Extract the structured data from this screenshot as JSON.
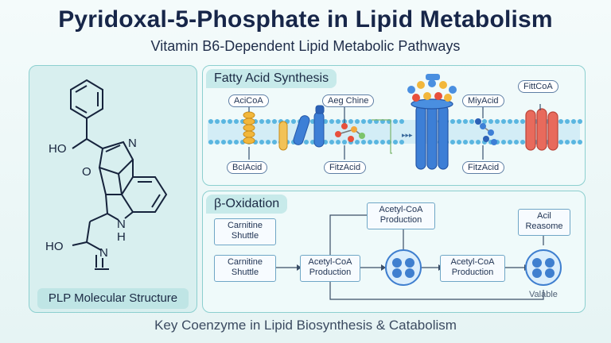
{
  "header": {
    "title": "Pyridoxal-5-Phosphate in Lipid Metabolism",
    "subtitle": "Vitamin B6-Dependent Lipid Metabolic Pathways"
  },
  "structure_panel": {
    "caption": "PLP Molecular Structure",
    "atoms": {
      "ho_top": "HO",
      "o_ring": "O",
      "n_ring": "N",
      "nh": "N",
      "h": "H",
      "ho_bottom": "HO",
      "n_side": "N"
    }
  },
  "fatty_acid_panel": {
    "tab": "Fatty Acid Synthesis",
    "labels_top": [
      "AciCoA",
      "Aeg Chine",
      "MiyAcid",
      "FittCoA"
    ],
    "labels_bottom": [
      "BcIAcid",
      "FitzAcid",
      "FitzAcid"
    ]
  },
  "beta_panel": {
    "tab": "β-Oxidation",
    "boxes": {
      "carnitine_top": "Carnitine Shuttle",
      "carnitine_bottom": "Carnitine Shuttle",
      "acetyl_1": "Acetyl-CoA Production",
      "acetyl_top": "Acetyl-CoA Production",
      "acetyl_2": "Acetyl-CoA Production",
      "acil": "Acil Reasome"
    },
    "valable": "Valable"
  },
  "footer": "Key Coenzyme in Lipid Biosynthesis & Catabolism",
  "colors": {
    "accent": "#8ccfcf",
    "membrane": "#5ab6e0",
    "node": "#3f7fcf"
  }
}
